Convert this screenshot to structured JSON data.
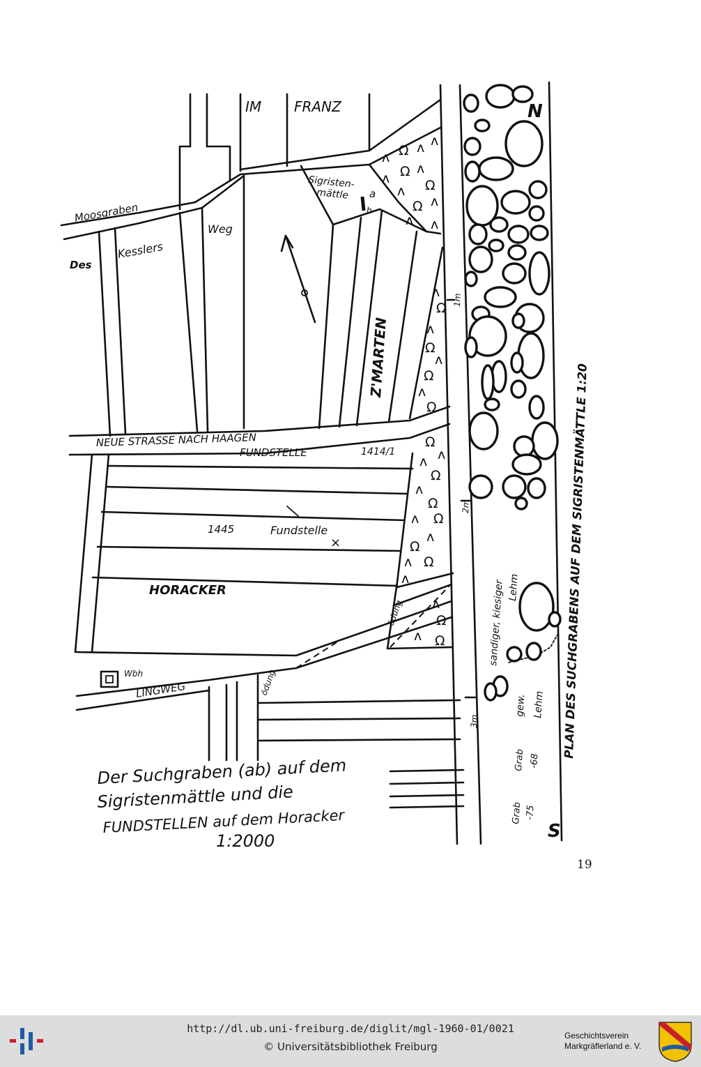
{
  "map": {
    "labels": {
      "im": "IM",
      "franz": "FRANZ",
      "moosgraben": "Moosgraben",
      "des": "Des",
      "kesslers": "Kesslers",
      "weg": "Weg",
      "sigristen": "Sigristen-",
      "mattle": "mättle",
      "point_a": "a",
      "point_b": "b",
      "zmarten": "Z'MARTEN",
      "neue_strasse": "NEUE STRASSE NACH HAAGEN",
      "fundstelle_1": "FUNDSTELLE",
      "parcel_1414": "1414/1",
      "parcel_1445": "1445",
      "fundstelle_2": "Fundstelle",
      "cross": "×",
      "horacker": "HORACKER",
      "odung_1": "ödung",
      "odung_2": "ödung",
      "wbh": "Wbh",
      "lingweg": "LINGWEG",
      "n": "N",
      "s": "S",
      "m1": "1m",
      "m2": "2m",
      "m3": "3m",
      "sandiger": "sandiger, kiesiger",
      "lehm_1": "Lehm",
      "gew": "gew.",
      "lehm_2": "Lehm",
      "grab_68": "Grab",
      "grab_68_num": "-68",
      "grab_75": "Grab",
      "grab_75_num": "-75",
      "plan_title": "PLAN DES SUCHGRABENS AUF DEM SIGRISTENMÄTTLE 1:20"
    },
    "caption": {
      "line1": "Der Suchgraben (ab) auf dem",
      "line2": "Sigristenmättle und die",
      "line3": "FUNDSTELLEN auf dem Horacker",
      "line4": "1:2000"
    },
    "marsh_symbols": [
      "Ω",
      "ʌ"
    ]
  },
  "page": {
    "number": "19"
  },
  "footer": {
    "url": "http://dl.ub.uni-freiburg.de/diglit/mgl-1960-01/0021",
    "copyright": "© Universitätsbibliothek Freiburg",
    "society_line1": "Geschichtsverein",
    "society_line2": "Markgräflerland e. V."
  },
  "colors": {
    "ink": "#111111",
    "footer_bg": "#dddddd",
    "logo_blue": "#1f5aa6",
    "logo_red": "#c8202a",
    "crest_yellow": "#f2c200",
    "crest_red": "#c8202a"
  }
}
